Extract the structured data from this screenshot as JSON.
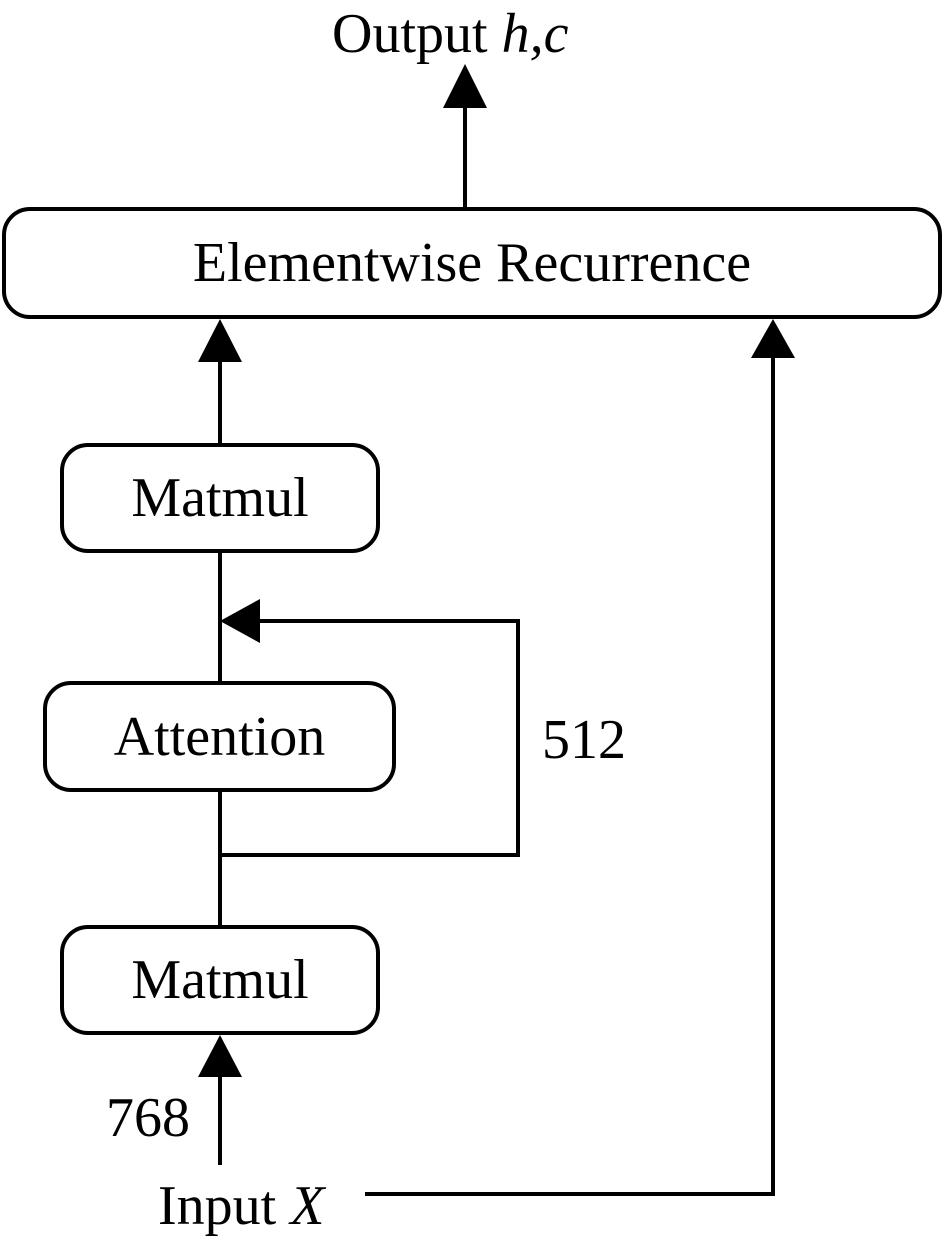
{
  "output": {
    "prefix": "Output",
    "vars": "h,c"
  },
  "input": {
    "prefix": "Input",
    "var": "X"
  },
  "nodes": {
    "recurrence": "Elementwise Recurrence",
    "matmul_top": "Matmul",
    "attention": "Attention",
    "matmul_bottom": "Matmul"
  },
  "dims": {
    "input_dim": "768",
    "attention_dim": "512"
  }
}
